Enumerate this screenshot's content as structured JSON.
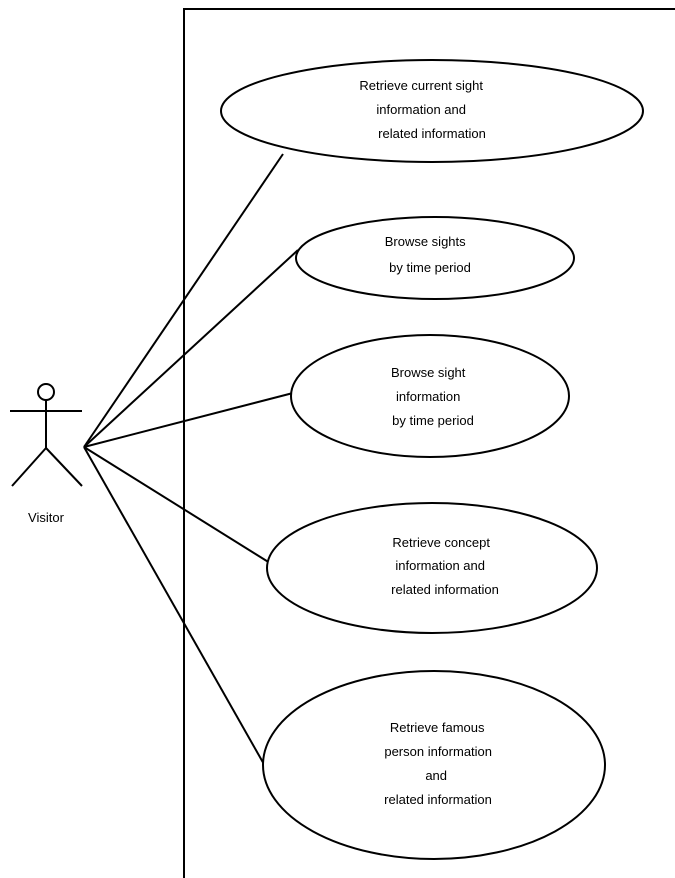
{
  "actor": {
    "label": "Visitor"
  },
  "use_cases": [
    {
      "lines": [
        "Retrieve  current sight",
        "information and",
        "related information"
      ]
    },
    {
      "lines": [
        "Browse sights",
        "by time period"
      ]
    },
    {
      "lines": [
        "Browse sight",
        "information",
        "by time period"
      ]
    },
    {
      "lines": [
        "Retrieve concept",
        "information and",
        "related information"
      ]
    },
    {
      "lines": [
        "Retrieve famous",
        "person information",
        "and",
        "related information"
      ]
    }
  ],
  "colors": {
    "stroke": "#000000",
    "fill": "#ffffff"
  }
}
